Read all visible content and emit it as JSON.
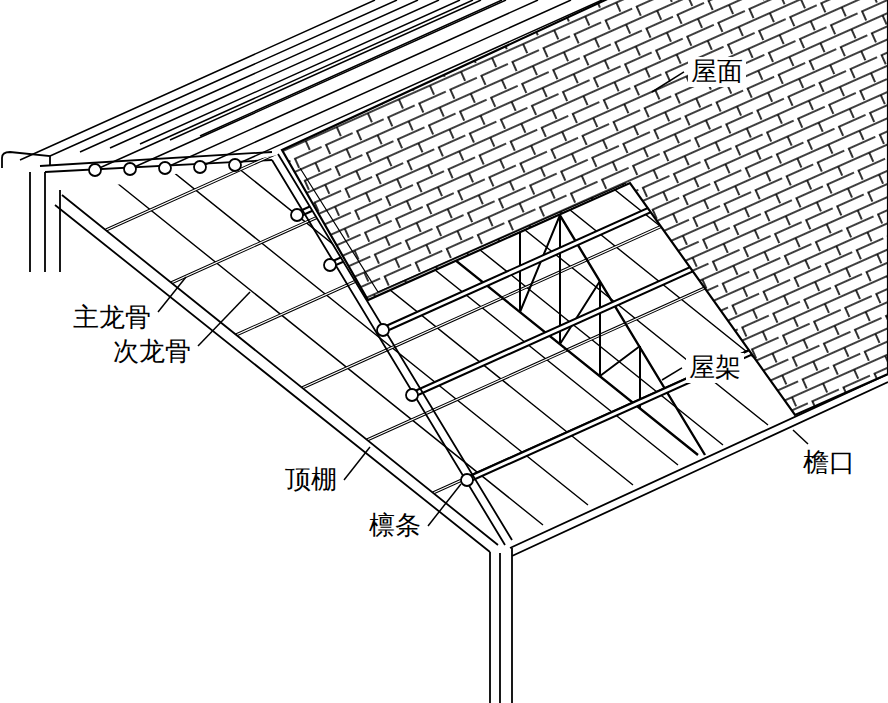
{
  "diagram": {
    "labels": [
      "屋面",
      "主龙骨",
      "次龙骨",
      "屋架",
      "檐口",
      "顶棚",
      "檩条"
    ]
  }
}
